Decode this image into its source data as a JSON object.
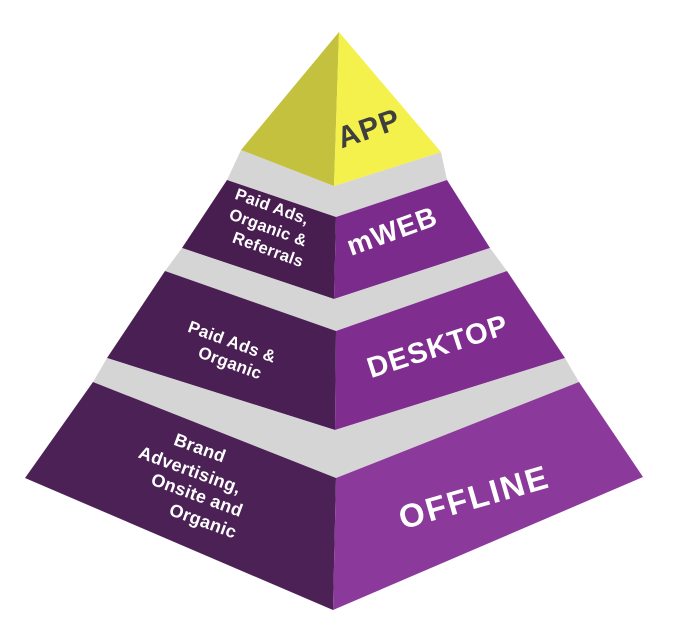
{
  "diagram": {
    "type": "layered-3d-pyramid",
    "levels": [
      {
        "name": "app",
        "channel": "APP",
        "sources": []
      },
      {
        "name": "mweb",
        "channel": "mWEB",
        "sources": [
          "Paid Ads,",
          "Organic &",
          "Referrals"
        ]
      },
      {
        "name": "desktop",
        "channel": "DESKTOP",
        "sources": [
          "Paid Ads &",
          "Organic"
        ]
      },
      {
        "name": "offline",
        "channel": "OFFLINE",
        "sources": [
          "Brand",
          "Advertising,",
          "Onsite and",
          "Organic"
        ]
      }
    ]
  },
  "colors": {
    "background": "#ffffff",
    "band": "#d6d5d5",
    "app_left_face": "#c4c13e",
    "app_right_face": "#f4f14c",
    "mweb_left_face": "#481d50",
    "mweb_right_face": "#7b2b8b",
    "desktop_left_face": "#4a1f53",
    "desktop_right_face": "#7f2e90",
    "offline_left_face": "#4c2256",
    "offline_right_face": "#8c399c",
    "app_label_color": "#3f3f3f",
    "face_label_color": "#ffffff"
  }
}
